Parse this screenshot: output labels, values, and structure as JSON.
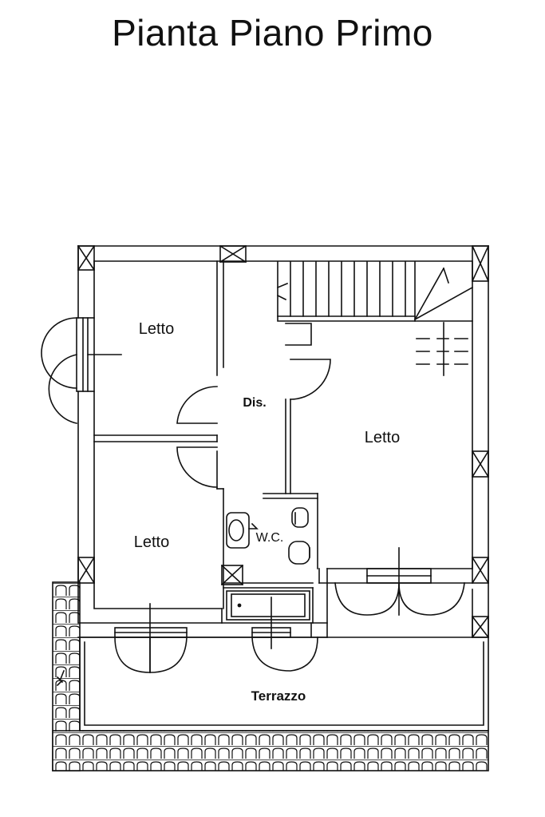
{
  "title": "Pianta Piano Primo",
  "rooms": {
    "bedroom_top_left": "Letto",
    "hallway": "Dis.",
    "bedroom_right": "Letto",
    "bedroom_bottom_left": "Letto",
    "wc": "W.C.",
    "terrace": "Terrazzo"
  },
  "colors": {
    "ink": "#111111",
    "paper": "#ffffff"
  }
}
